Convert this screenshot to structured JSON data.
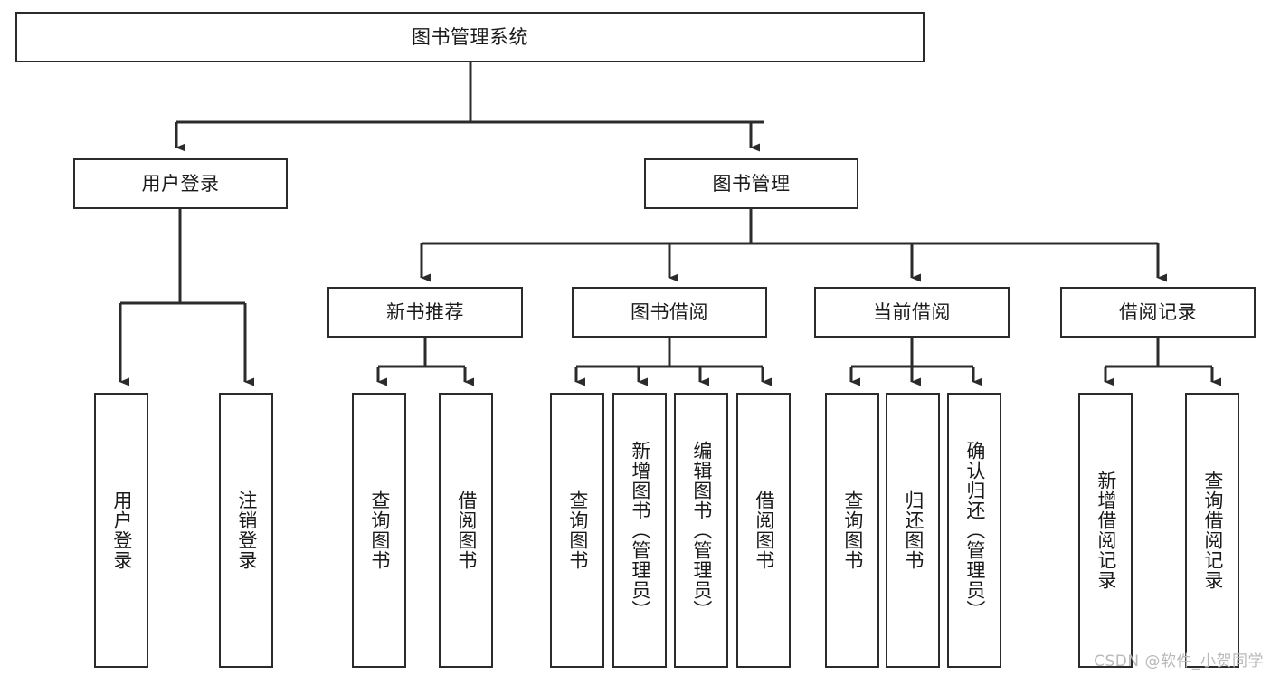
{
  "diagram": {
    "type": "tree",
    "title": "图书管理系统",
    "stroke_color": "#2b2b2b",
    "background_color": "#ffffff",
    "text_color": "#1a1a1a"
  },
  "root": {
    "label": "图书管理系统"
  },
  "branches": [
    {
      "label": "用户登录"
    },
    {
      "label": "图书管理"
    },
    {
      "label": "新书推荐"
    },
    {
      "label": "图书借阅"
    },
    {
      "label": "当前借阅"
    },
    {
      "label": "借阅记录"
    }
  ],
  "leaves": {
    "user_login": [
      {
        "label": "用户登录"
      },
      {
        "label": "注销登录"
      }
    ],
    "new_book": [
      {
        "label": "查询图书"
      },
      {
        "label": "借阅图书"
      }
    ],
    "book_borrow": [
      {
        "label": "查询图书"
      },
      {
        "label": "新增图书（管理员）"
      },
      {
        "label": "编辑图书（管理员）"
      },
      {
        "label": "借阅图书"
      }
    ],
    "current_borrow": [
      {
        "label": "查询图书"
      },
      {
        "label": "归还图书"
      },
      {
        "label": "确认归还（管理员）"
      }
    ],
    "borrow_record": [
      {
        "label": "新增借阅记录"
      },
      {
        "label": "查询借阅记录"
      }
    ]
  },
  "watermark": {
    "text": "CSDN @软件_小贺同学",
    "color": "#b9b9b9"
  }
}
